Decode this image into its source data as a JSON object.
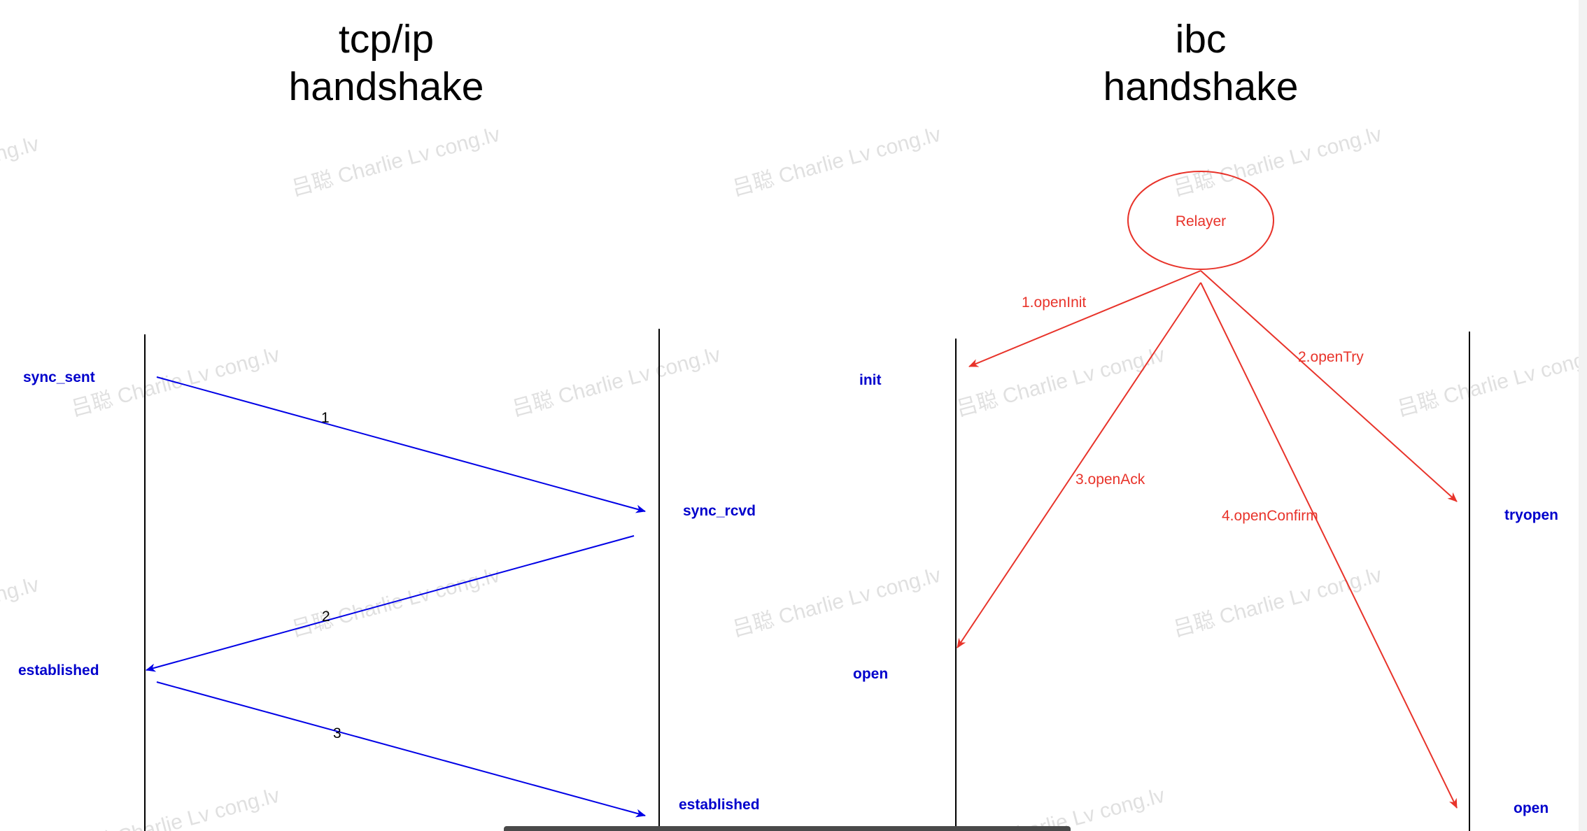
{
  "left": {
    "title_line1": "tcp/ip",
    "title_line2": "handshake",
    "states": {
      "sync_sent": "sync_sent",
      "sync_rcvd": "sync_rcvd",
      "established_left": "established",
      "established_right": "established"
    },
    "steps": [
      "1",
      "2",
      "3"
    ]
  },
  "right": {
    "title_line1": "ibc",
    "title_line2": "handshake",
    "relayer": "Relayer",
    "states": {
      "init": "init",
      "open_left": "open",
      "tryopen": "tryopen",
      "open_right": "open"
    },
    "steps": {
      "open_init": "1.openInit",
      "open_try": "2.openTry",
      "open_ack": "3.openAck",
      "open_confirm": "4.openConfirm"
    }
  },
  "watermark": "吕聪 Charlie Lv cong.lv",
  "colors": {
    "tcp_arrow": "#0000e6",
    "relay": "#e8332a",
    "state_text": "#0000cc",
    "lifeline": "#000000"
  }
}
